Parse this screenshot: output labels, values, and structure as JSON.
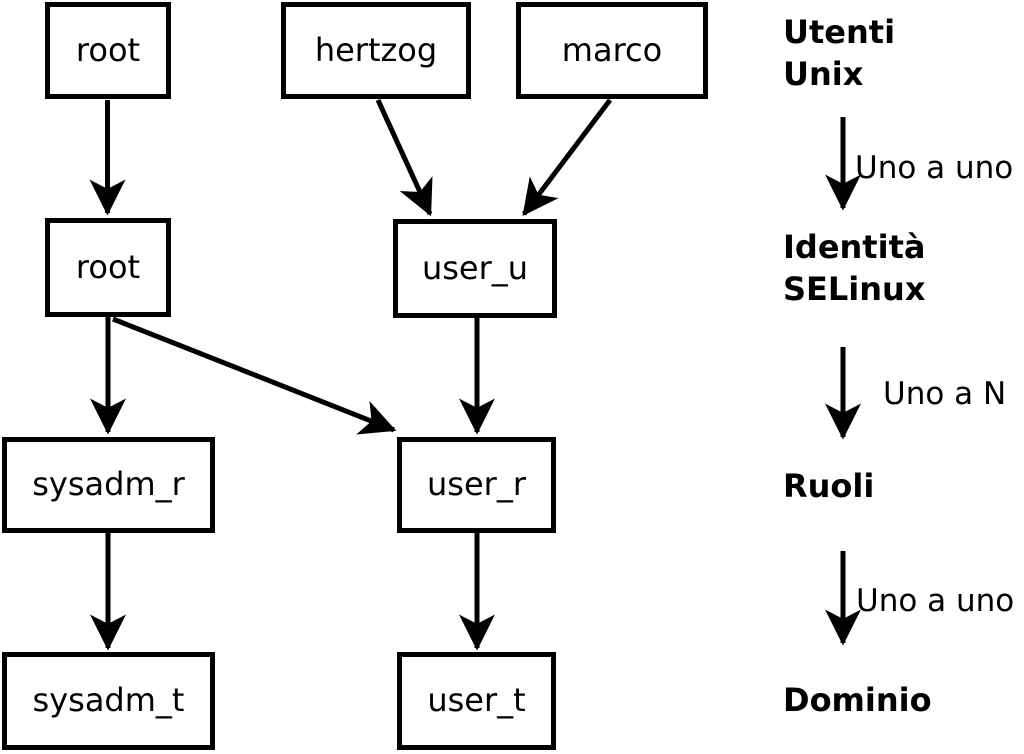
{
  "colors": {
    "background": "#ffffff",
    "line": "#000000",
    "text": "#000000"
  },
  "nodes": {
    "root_unix": {
      "label": "root"
    },
    "hertzog": {
      "label": "hertzog"
    },
    "marco": {
      "label": "marco"
    },
    "root_selinux": {
      "label": "root"
    },
    "user_u": {
      "label": "user_u"
    },
    "sysadm_r": {
      "label": "sysadm_r"
    },
    "user_r": {
      "label": "user_r"
    },
    "sysadm_t": {
      "label": "sysadm_t"
    },
    "user_t": {
      "label": "user_t"
    }
  },
  "edges": [
    {
      "from": "root_unix",
      "to": "root_selinux"
    },
    {
      "from": "hertzog",
      "to": "user_u"
    },
    {
      "from": "marco",
      "to": "user_u"
    },
    {
      "from": "root_selinux",
      "to": "sysadm_r"
    },
    {
      "from": "root_selinux",
      "to": "user_r"
    },
    {
      "from": "user_u",
      "to": "user_r"
    },
    {
      "from": "sysadm_r",
      "to": "sysadm_t"
    },
    {
      "from": "user_r",
      "to": "user_t"
    }
  ],
  "legend": {
    "level_unix": {
      "line1": "Utenti",
      "line2": "Unix"
    },
    "relation_unix_identity": "Uno a uno",
    "level_identity": {
      "line1": "Identità",
      "line2": "SELinux"
    },
    "relation_identity_roles": "Uno a N",
    "level_roles": "Ruoli",
    "relation_roles_domain": "Uno a uno",
    "level_domain": "Dominio"
  }
}
